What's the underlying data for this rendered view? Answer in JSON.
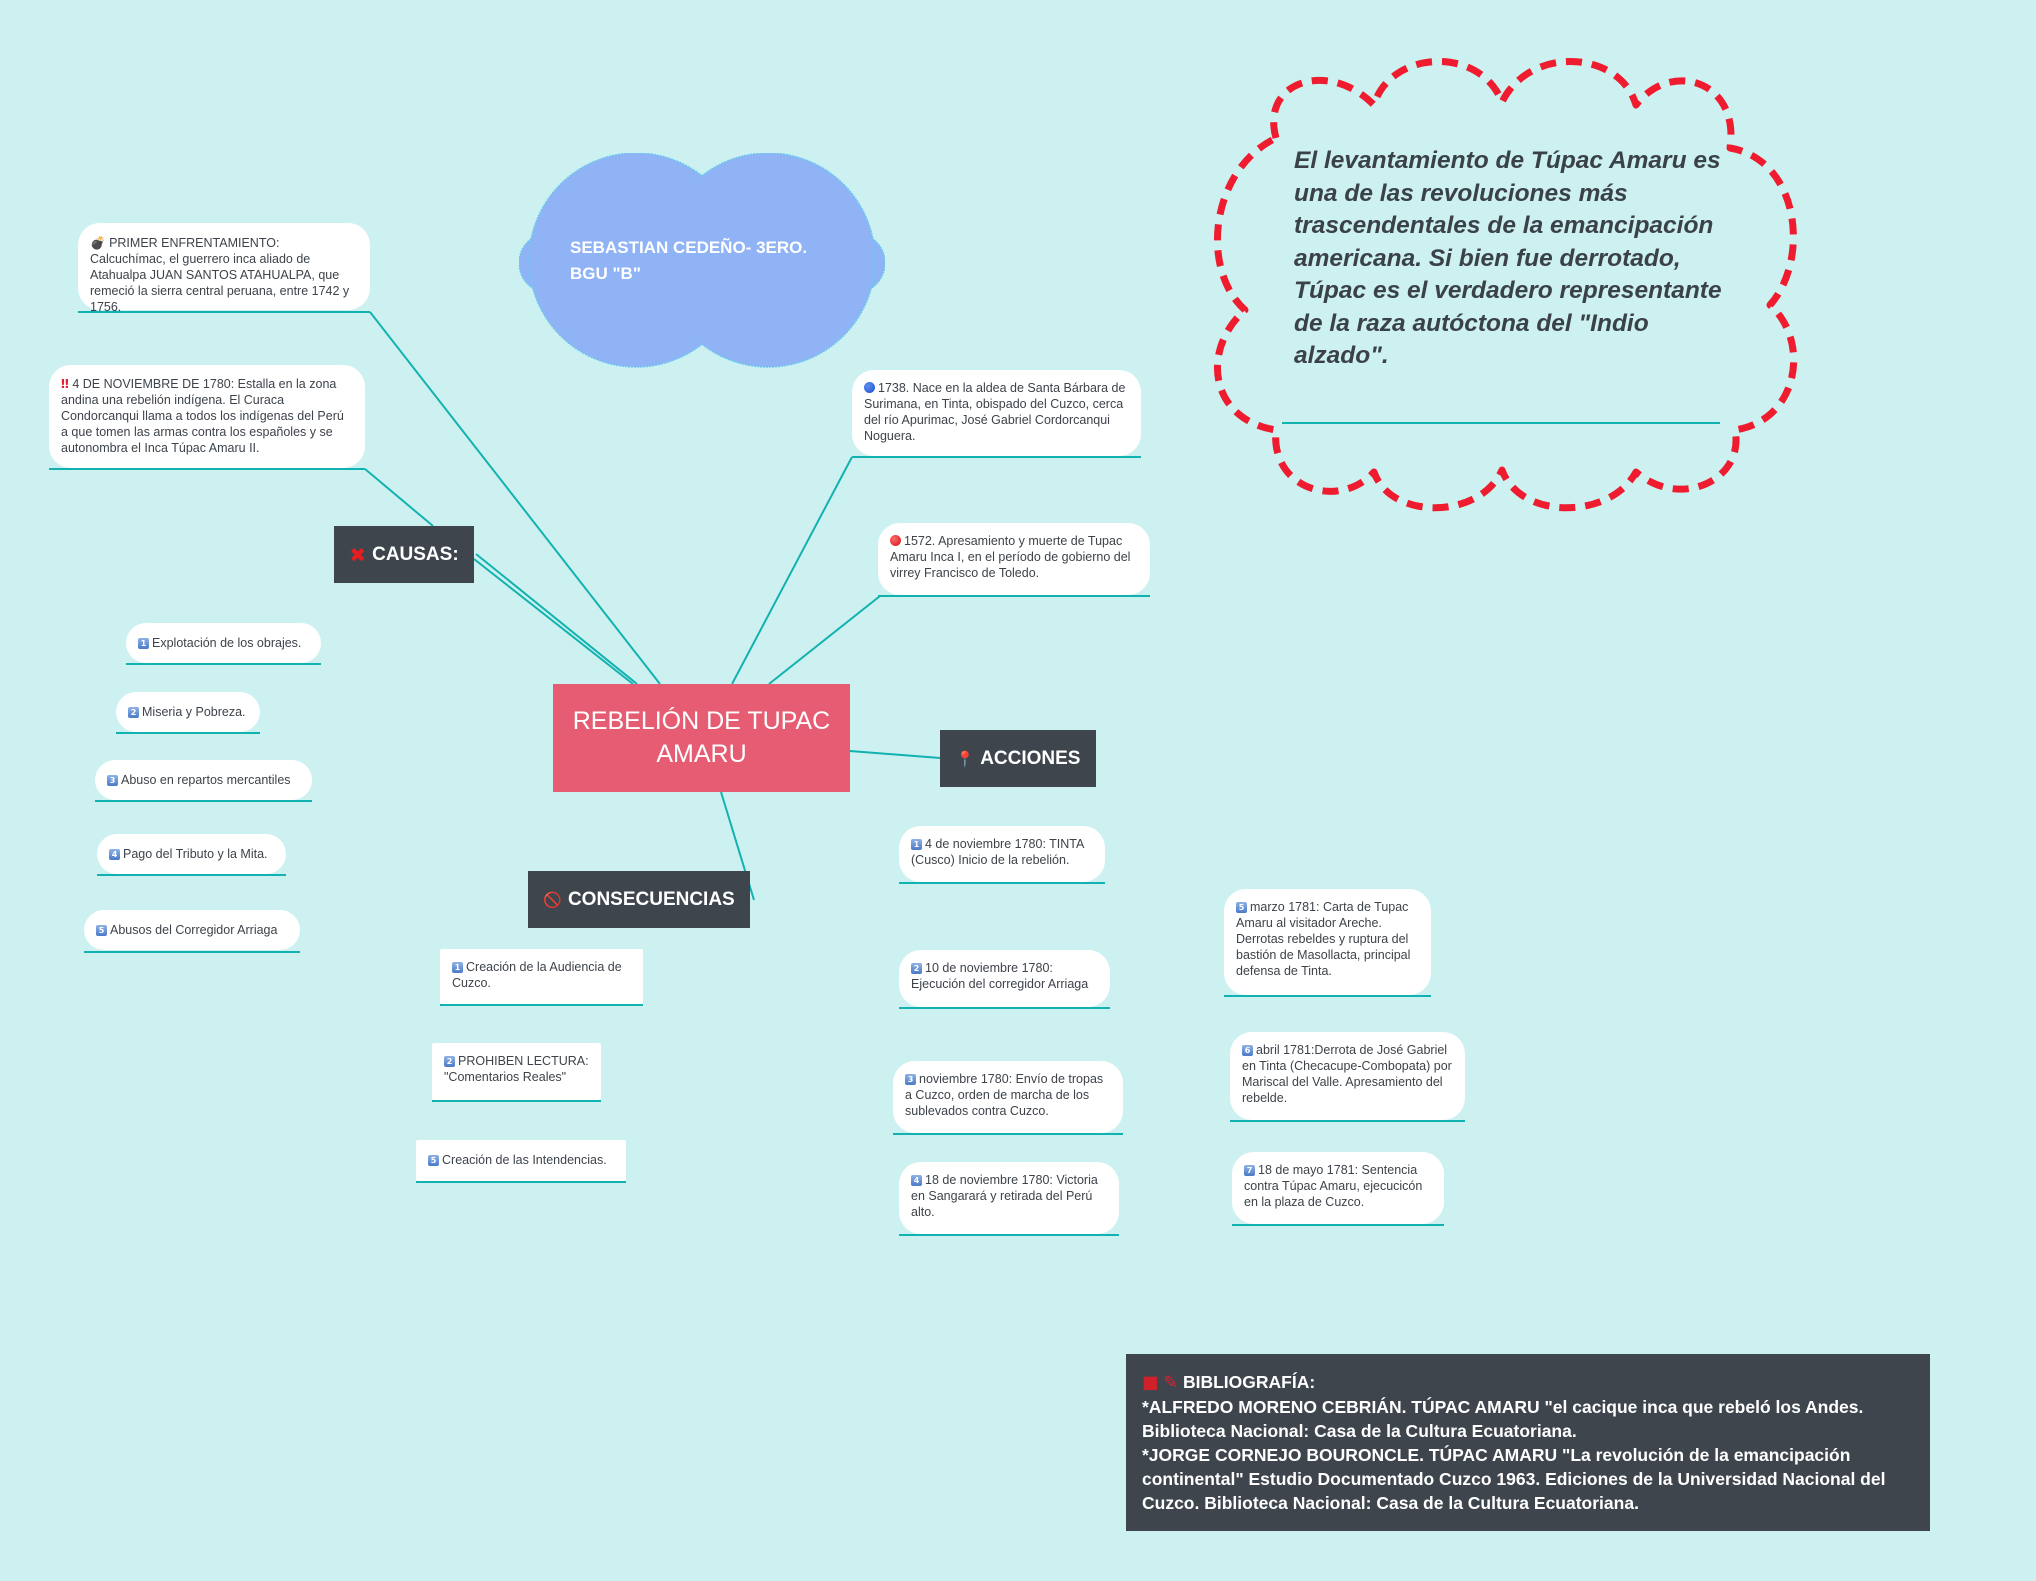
{
  "central_topic": {
    "label_line1": "REBELIÓN DE TUPAC",
    "label_line2": "AMARU",
    "color": "#e65c73"
  },
  "author_cloud": {
    "line1": "SEBASTIAN CEDEÑO- 3ERO.",
    "line2": "BGU \"B\"",
    "color": "#8fb3f5"
  },
  "background_nodes": [
    {
      "icon": "bomb-icon",
      "glyph": "💣",
      "text": "PRIMER ENFRENTAMIENTO:  Calcuchímac, el guerrero inca aliado de Atahualpa JUAN SANTOS ATAHUALPA, que remeció la sierra central peruana, entre 1742 y 1756."
    },
    {
      "icon": "double-exclamation-icon",
      "glyph": "‼",
      "text": "4 DE NOVIEMBRE DE 1780: Estalla en la zona andina una rebelión indígena. El Curaca Condorcanqui  llama a todos los indígenas  del Perú a que tomen las armas contra los españoles y se autonombra el Inca Túpac Amaru II."
    },
    {
      "icon": "blue-circle-icon",
      "text": "1738. Nace en la aldea de Santa Bárbara de Surimana, en Tinta, obispado del Cuzco, cerca del río Apurimac, José Gabriel Cordorcanqui Noguera."
    },
    {
      "icon": "red-circle-icon",
      "text": "1572. Apresamiento y muerte de Tupac Amaru Inca I, en el período de gobierno del virrey Francisco de Toledo."
    }
  ],
  "causes": {
    "title": "CAUSAS:",
    "icon_glyph": "✖",
    "items": [
      {
        "num": "1",
        "text": "Explotación de los obrajes."
      },
      {
        "num": "2",
        "text": "Miseria y Pobreza."
      },
      {
        "num": "3",
        "text": "Abuso en repartos mercantiles"
      },
      {
        "num": "4",
        "text": "Pago del Tributo y la Mita."
      },
      {
        "num": "5",
        "text": "Abusos del Corregidor Arriaga"
      }
    ]
  },
  "actions": {
    "title": "ACCIONES",
    "icon_glyph": "📍",
    "items": [
      {
        "num": "1",
        "text": "4 de noviembre 1780: TINTA (Cusco) Inicio de la rebelión."
      },
      {
        "num": "2",
        "text": "10 de noviembre 1780: Ejecución del corregidor Arriaga"
      },
      {
        "num": "3",
        "text": "noviembre 1780: Envío de tropas a Cuzco, orden de marcha de los sublevados  contra Cuzco."
      },
      {
        "num": "4",
        "text": "18 de noviembre 1780: Victoria en Sangarará y retirada del Perú alto."
      },
      {
        "num": "5",
        "text": "marzo 1781: Carta de Tupac Amaru al visitador Areche. Derrotas rebeldes y ruptura del bastión de Masollacta, principal defensa de Tinta."
      },
      {
        "num": "6",
        "text": "abril 1781:Derrota de José Gabriel en Tinta (Checacupe-Combopata) por Mariscal del Valle. Apresamiento del rebelde."
      },
      {
        "num": "7",
        "text": "18 de mayo 1781: Sentencia contra Túpac Amaru, ejecucicón en la plaza de Cuzco."
      }
    ]
  },
  "consequences": {
    "title": "CONSECUENCIAS",
    "icon_glyph": "🚫",
    "items": [
      {
        "num": "1",
        "text": "Creación de la Audiencia de Cuzco."
      },
      {
        "num": "2",
        "text": "PROHIBEN LECTURA: \"Comentarios Reales\""
      },
      {
        "num": "5",
        "text": "Creación de las Intendencias."
      }
    ]
  },
  "quote_cloud": {
    "text": "El levantamiento de Túpac Amaru es una de las revoluciones más trascendentales de la emancipación americana. Si bien fue derrotado, Túpac es el verdadero representante de la raza autóctona  del \"Indio alzado\".",
    "border_color": "#ee1c2e"
  },
  "bibliography": {
    "icons": [
      "book-icon",
      "pushpin-icon"
    ],
    "glyphs": "📕📌",
    "title": "BIBLIOGRAFÍA:",
    "entries": [
      "*ALFREDO MORENO CEBRIÁN. TÚPAC AMARU \"el cacique inca que rebeló los Andes. Biblioteca Nacional: Casa de la Cultura Ecuatoriana.",
      "*JORGE CORNEJO BOURONCLE. TÚPAC AMARU \"La revolución de la emancipación continental\" Estudio Documentado Cuzco 1963. Ediciones de la Universidad Nacional del Cuzco. Biblioteca Nacional: Casa de la Cultura Ecuatoriana."
    ]
  },
  "colors": {
    "background": "#ccf1f0",
    "connector": "#12b2b0",
    "topic_bg": "#3e454d"
  }
}
